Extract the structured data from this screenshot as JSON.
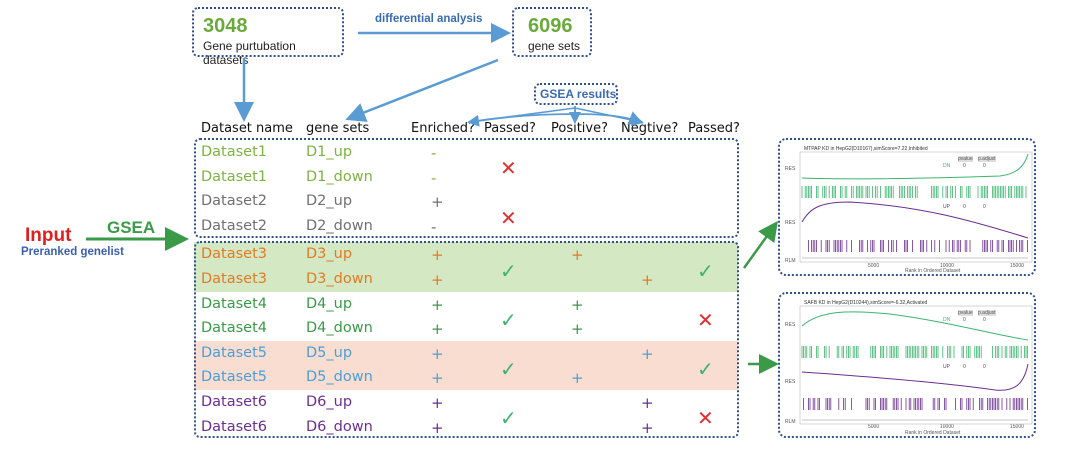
{
  "top": {
    "box1": {
      "number": "3048",
      "label": "Gene purtubation datasets"
    },
    "arrow_label": "differential analysis",
    "box2": {
      "number": "6096",
      "label": "gene sets"
    },
    "gsea_results": "GSEA results"
  },
  "left": {
    "input": "Input",
    "gsea": "GSEA",
    "preranked": "Preranked genelist"
  },
  "headers": [
    "Dataset name",
    "gene sets",
    "Enriched?",
    "Passed?",
    "Positive?",
    "Negtive?",
    "Passed?"
  ],
  "rows": [
    {
      "dataset": "Dataset1",
      "geneset": "D1_up",
      "enriched": "-",
      "positive": "",
      "negative": ""
    },
    {
      "dataset": "Dataset1",
      "geneset": "D1_down",
      "enriched": "-",
      "positive": "",
      "negative": ""
    },
    {
      "dataset": "Dataset2",
      "geneset": "D2_up",
      "enriched": "+",
      "positive": "",
      "negative": ""
    },
    {
      "dataset": "Dataset2",
      "geneset": "D2_down",
      "enriched": "-",
      "positive": "",
      "negative": ""
    },
    {
      "dataset": "Dataset3",
      "geneset": "D3_up",
      "enriched": "+",
      "positive": "+",
      "negative": ""
    },
    {
      "dataset": "Dataset3",
      "geneset": "D3_down",
      "enriched": "+",
      "positive": "",
      "negative": "+"
    },
    {
      "dataset": "Dataset4",
      "geneset": "D4_up",
      "enriched": "+",
      "positive": "+",
      "negative": ""
    },
    {
      "dataset": "Dataset4",
      "geneset": "D4_down",
      "enriched": "+",
      "positive": "+",
      "negative": ""
    },
    {
      "dataset": "Dataset5",
      "geneset": "D5_up",
      "enriched": "+",
      "positive": "",
      "negative": "+"
    },
    {
      "dataset": "Dataset5",
      "geneset": "D5_down",
      "enriched": "+",
      "positive": "+",
      "negative": ""
    },
    {
      "dataset": "Dataset6",
      "geneset": "D6_up",
      "enriched": "+",
      "positive": "",
      "negative": "+"
    },
    {
      "dataset": "Dataset6",
      "geneset": "D6_down",
      "enriched": "+",
      "positive": "",
      "negative": "+"
    }
  ],
  "pair_marks": [
    {
      "passed1": "cross",
      "passed2": ""
    },
    {
      "passed1": "cross",
      "passed2": ""
    },
    {
      "passed1": "check",
      "passed2": "check"
    },
    {
      "passed1": "check",
      "passed2": "cross"
    },
    {
      "passed1": "check",
      "passed2": "check"
    },
    {
      "passed1": "check",
      "passed2": "cross"
    }
  ],
  "colors": {
    "group1": "#7cb342",
    "group2": "#707070",
    "group3": "#e07b25",
    "group4": "#3a9a48",
    "group5": "#4a9fd8",
    "group6": "#6b2e8f",
    "check": "#3cb46e",
    "cross": "#e03030",
    "input": "#e02020",
    "gsea": "#3a9a48",
    "preranked": "#3a5fb0",
    "arrow": "#5a9bd4",
    "band3": "#d4e8c4",
    "band5": "#f8ddd0"
  },
  "panels": [
    {
      "title": "MTPAP KD in HepG2(D10167),simScore=7.22,Inhibited",
      "legend_header": [
        "pvalue",
        "p.adjust"
      ],
      "dn_row": [
        "DN",
        "0",
        "0"
      ],
      "up_row": [
        "UP",
        "0",
        "0"
      ],
      "axis_label": "Rank in Ordered Dataset",
      "y_labels": [
        "RES",
        "RES",
        "RLM"
      ],
      "ticks": [
        "5000",
        "10000",
        "15000"
      ]
    },
    {
      "title": "SAFB KD in HepG2(D10244),simScore=-6.32,Activated",
      "legend_header": [
        "pvalue",
        "p.adjust"
      ],
      "dn_row": [
        "DN",
        "0",
        "0"
      ],
      "up_row": [
        "UP",
        "0",
        "0"
      ],
      "axis_label": "Rank in Ordered Dataset",
      "y_labels": [
        "RES",
        "RES",
        "RLM"
      ],
      "ticks": [
        "5000",
        "10000",
        "15000"
      ]
    }
  ]
}
